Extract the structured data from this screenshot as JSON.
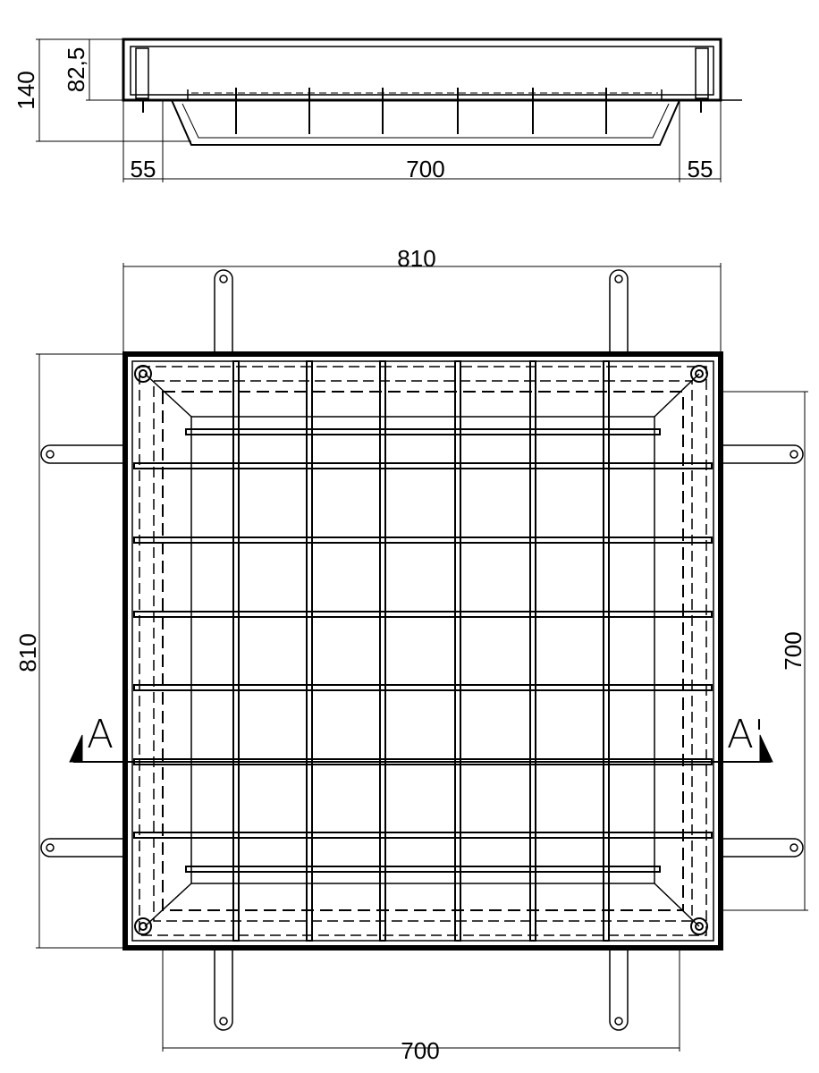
{
  "section_view": {
    "dim_height": "140",
    "dim_frame_height": "82,5",
    "dim_left_flange": "55",
    "dim_opening": "700",
    "dim_right_flange": "55"
  },
  "plan_view": {
    "dim_overall_width": "810",
    "dim_overall_height": "810",
    "dim_opening_height": "700",
    "dim_opening_width": "700",
    "section_marker_left": "A",
    "section_marker_right": "A'"
  },
  "colors": {
    "line": "#000000",
    "background": "#ffffff"
  }
}
